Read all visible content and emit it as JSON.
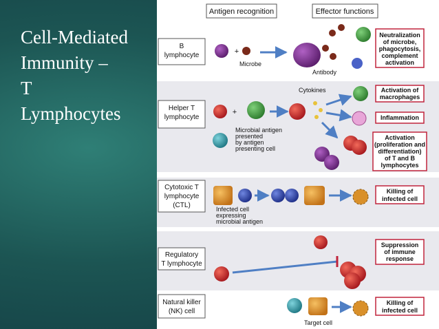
{
  "slide": {
    "title_lines": [
      "Cell-Mediated",
      "Immunity –",
      "T",
      "Lymphocytes"
    ]
  },
  "figure": {
    "headers": {
      "antigen_recognition": "Antigen recognition",
      "effector_functions": "Effector functions"
    },
    "rows": [
      {
        "cell_lines": [
          "B",
          "lymphocyte"
        ],
        "labels": {
          "microbe": "Microbe",
          "antibody": "Antibody"
        },
        "results": [
          {
            "lines": [
              "Neutralization",
              "of microbe,",
              "phagocytosis,",
              "complement",
              "activation"
            ]
          }
        ]
      },
      {
        "cell_lines": [
          "Helper T",
          "lymphocyte"
        ],
        "labels": {
          "cytokines": "Cytokines",
          "antigen_lines": [
            "Microbial antigen",
            "presented",
            "by antigen",
            "presenting cell"
          ]
        },
        "results": [
          {
            "lines": [
              "Activation of",
              "macrophages"
            ]
          },
          {
            "lines": [
              "Inflammation"
            ]
          },
          {
            "lines": [
              "Activation",
              "(proliferation and",
              "differentiation)",
              "of T and B",
              "lymphocytes"
            ]
          }
        ]
      },
      {
        "cell_lines": [
          "Cytotoxic T",
          "lymphocyte",
          "(CTL)"
        ],
        "labels": {
          "infected_lines": [
            "Infected cell",
            "expressing",
            "microbial antigen"
          ]
        },
        "results": [
          {
            "lines": [
              "Killing of",
              "infected cell"
            ]
          }
        ]
      },
      {
        "cell_lines": [
          "Regulatory",
          "T lymphocyte"
        ],
        "labels": {},
        "results": [
          {
            "lines": [
              "Suppression",
              "of immune",
              "response"
            ]
          }
        ]
      },
      {
        "cell_lines": [
          "Natural killer",
          "(NK) cell"
        ],
        "labels": {
          "target": "Target cell"
        },
        "results": [
          {
            "lines": [
              "Killing of",
              "infected cell"
            ]
          }
        ]
      }
    ]
  },
  "colors": {
    "slide_bg": "#1c5553",
    "title_text": "#ffffff",
    "result_border": "#c0233b",
    "arrow": "#4f7fc4",
    "band": "#e9e9ee",
    "b_cell": "#7a2c8c",
    "t_cell": "#c52626",
    "apc": "#2f8f9a",
    "macrophage": "#3d9a3d",
    "infected_cell": "#e0962c",
    "nk_cell": "#2d8ca0"
  }
}
